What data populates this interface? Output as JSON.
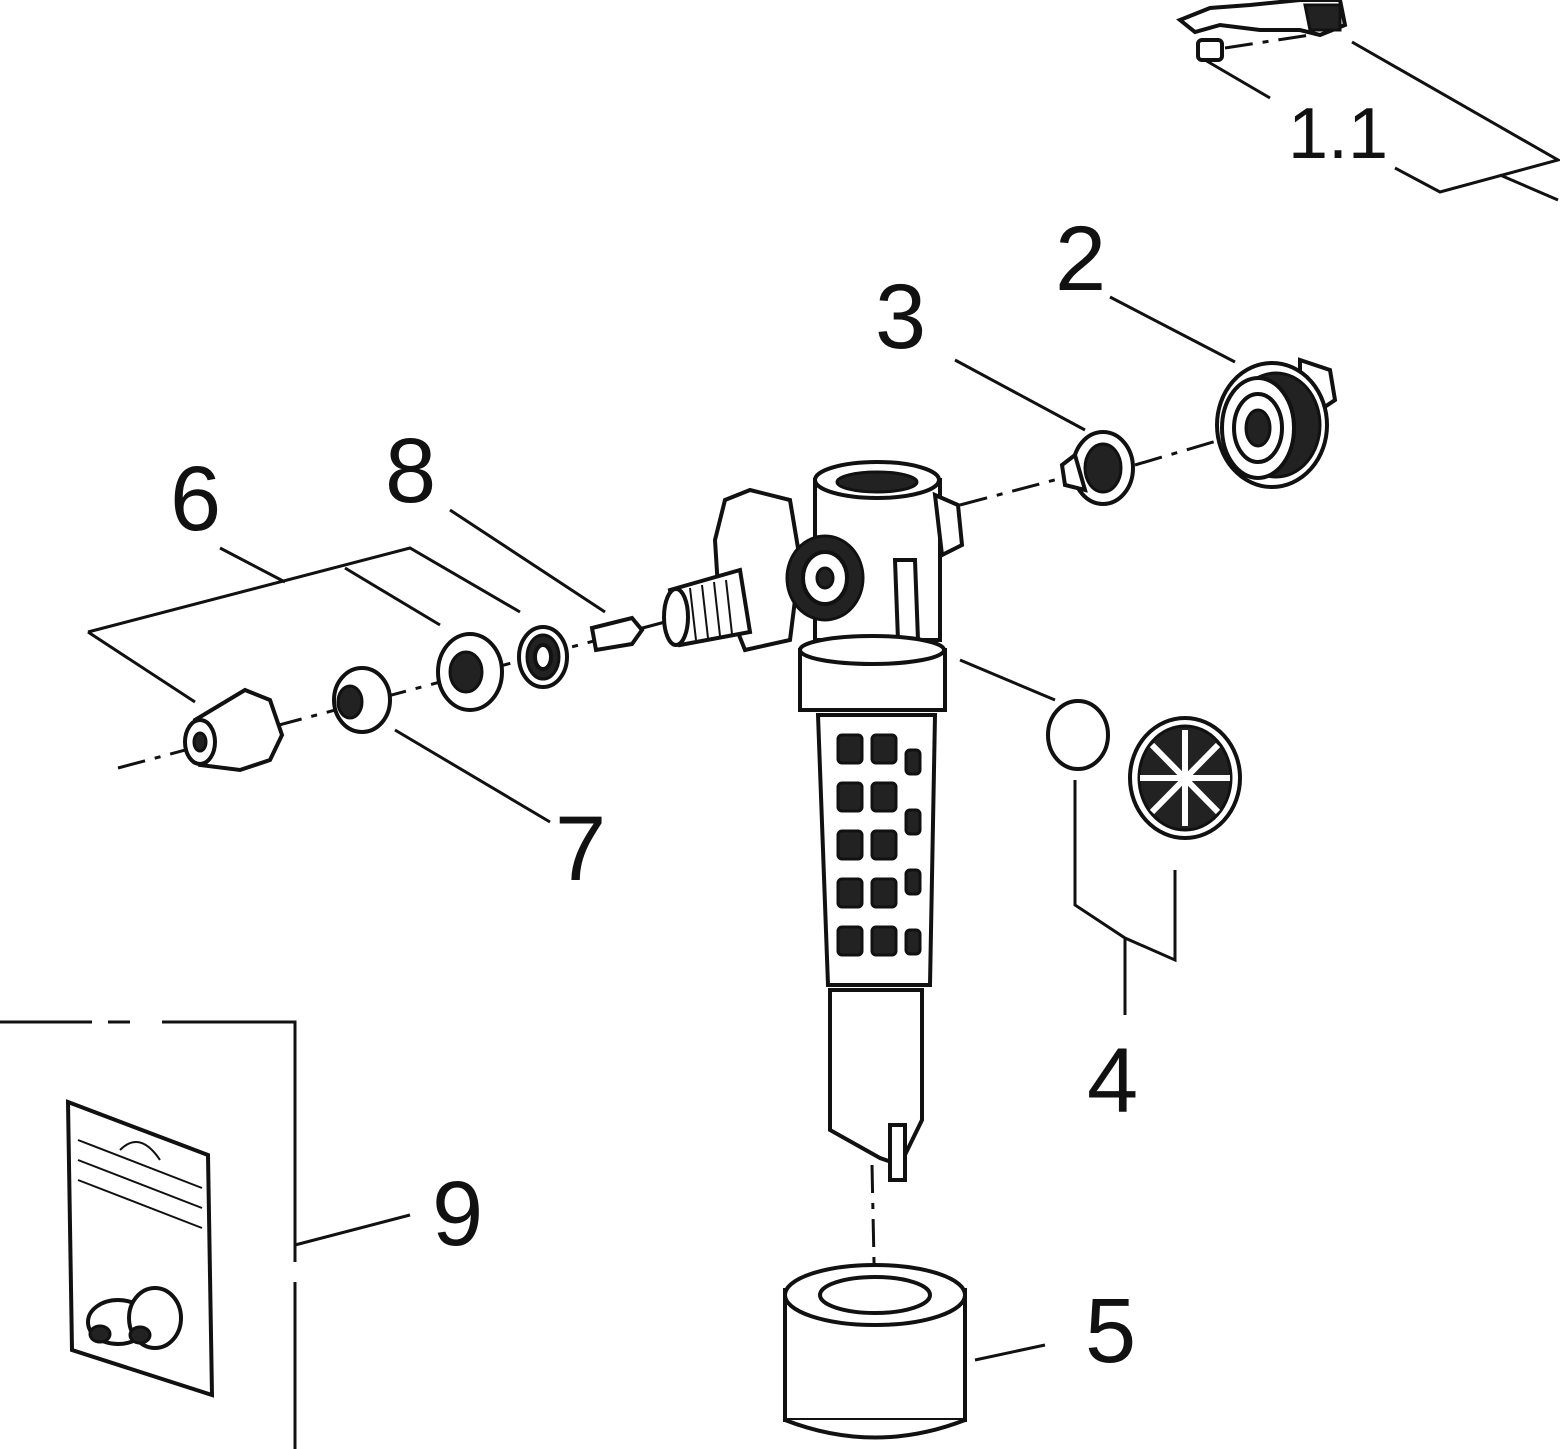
{
  "diagram": {
    "labels": {
      "l1_1": "1.1",
      "l2": "2",
      "l3": "3",
      "l4": "4",
      "l5": "5",
      "l6": "6",
      "l7": "7",
      "l8": "8",
      "l9": "9"
    }
  },
  "colors": {
    "ink": "#111111",
    "background": "#ffffff"
  }
}
